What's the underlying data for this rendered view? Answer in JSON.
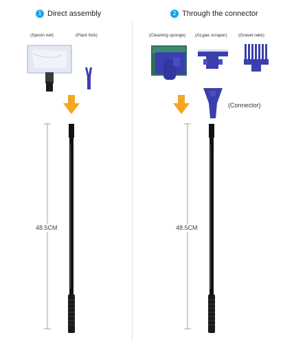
{
  "sections": [
    {
      "number": "1",
      "title": "Direct assembly"
    },
    {
      "number": "2",
      "title": "Through the connector"
    }
  ],
  "labels": {
    "spoon_net": "(Spoon net)",
    "plant_fork": "(Plant fork)",
    "cleaning_sponge": "(Cleaning sponge)",
    "algae_scraper": "(ALgae scraper)",
    "gravel_rake": "(Gravel rake)",
    "connector": "(Connector)"
  },
  "dimensions": {
    "left": "48.5CM",
    "right": "48.5CM"
  },
  "colors": {
    "accent_blue": "#1aa3e8",
    "arrow_orange": "#f5a623",
    "tool_blue": "#3b3fae",
    "handle": "#111111"
  }
}
